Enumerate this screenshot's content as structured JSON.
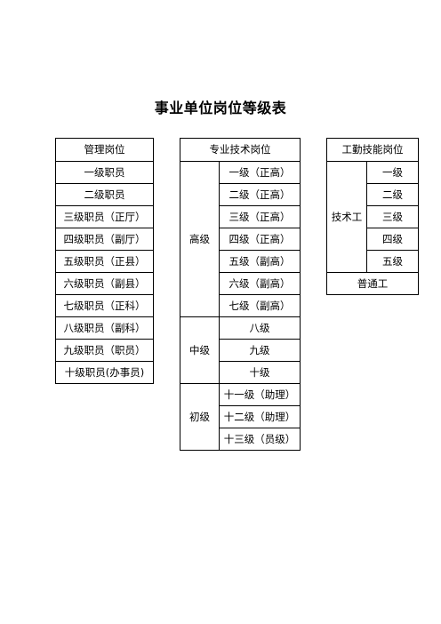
{
  "title": "事业单位岗位等级表",
  "management": {
    "header": "管理岗位",
    "rows": [
      "一级职员",
      "二级职员",
      "三级职员（正厅）",
      "四级职员（副厅）",
      "五级职员（正县）",
      "六级职员（副县）",
      "七级职员（正科）",
      "八级职员（副科）",
      "九级职员（职员）",
      "十级职员(办事员)"
    ]
  },
  "professional": {
    "header": "专业技术岗位",
    "groups": [
      {
        "label": "高级",
        "items": [
          "一级（正高）",
          "二级（正高）",
          "三级（正高）",
          "四级（正高）",
          "五级（副高）",
          "六级（副高）",
          "七级（副高）"
        ]
      },
      {
        "label": "中级",
        "items": [
          "八级",
          "九级",
          "十级"
        ]
      },
      {
        "label": "初级",
        "items": [
          "十一级（助理）",
          "十二级（助理）",
          "十三级（员级）"
        ]
      }
    ]
  },
  "worker": {
    "header": "工勤技能岗位",
    "skilled_label": "技术工",
    "skilled_levels": [
      "一级",
      "二级",
      "三级",
      "四级",
      "五级"
    ],
    "general_label": "普通工"
  }
}
